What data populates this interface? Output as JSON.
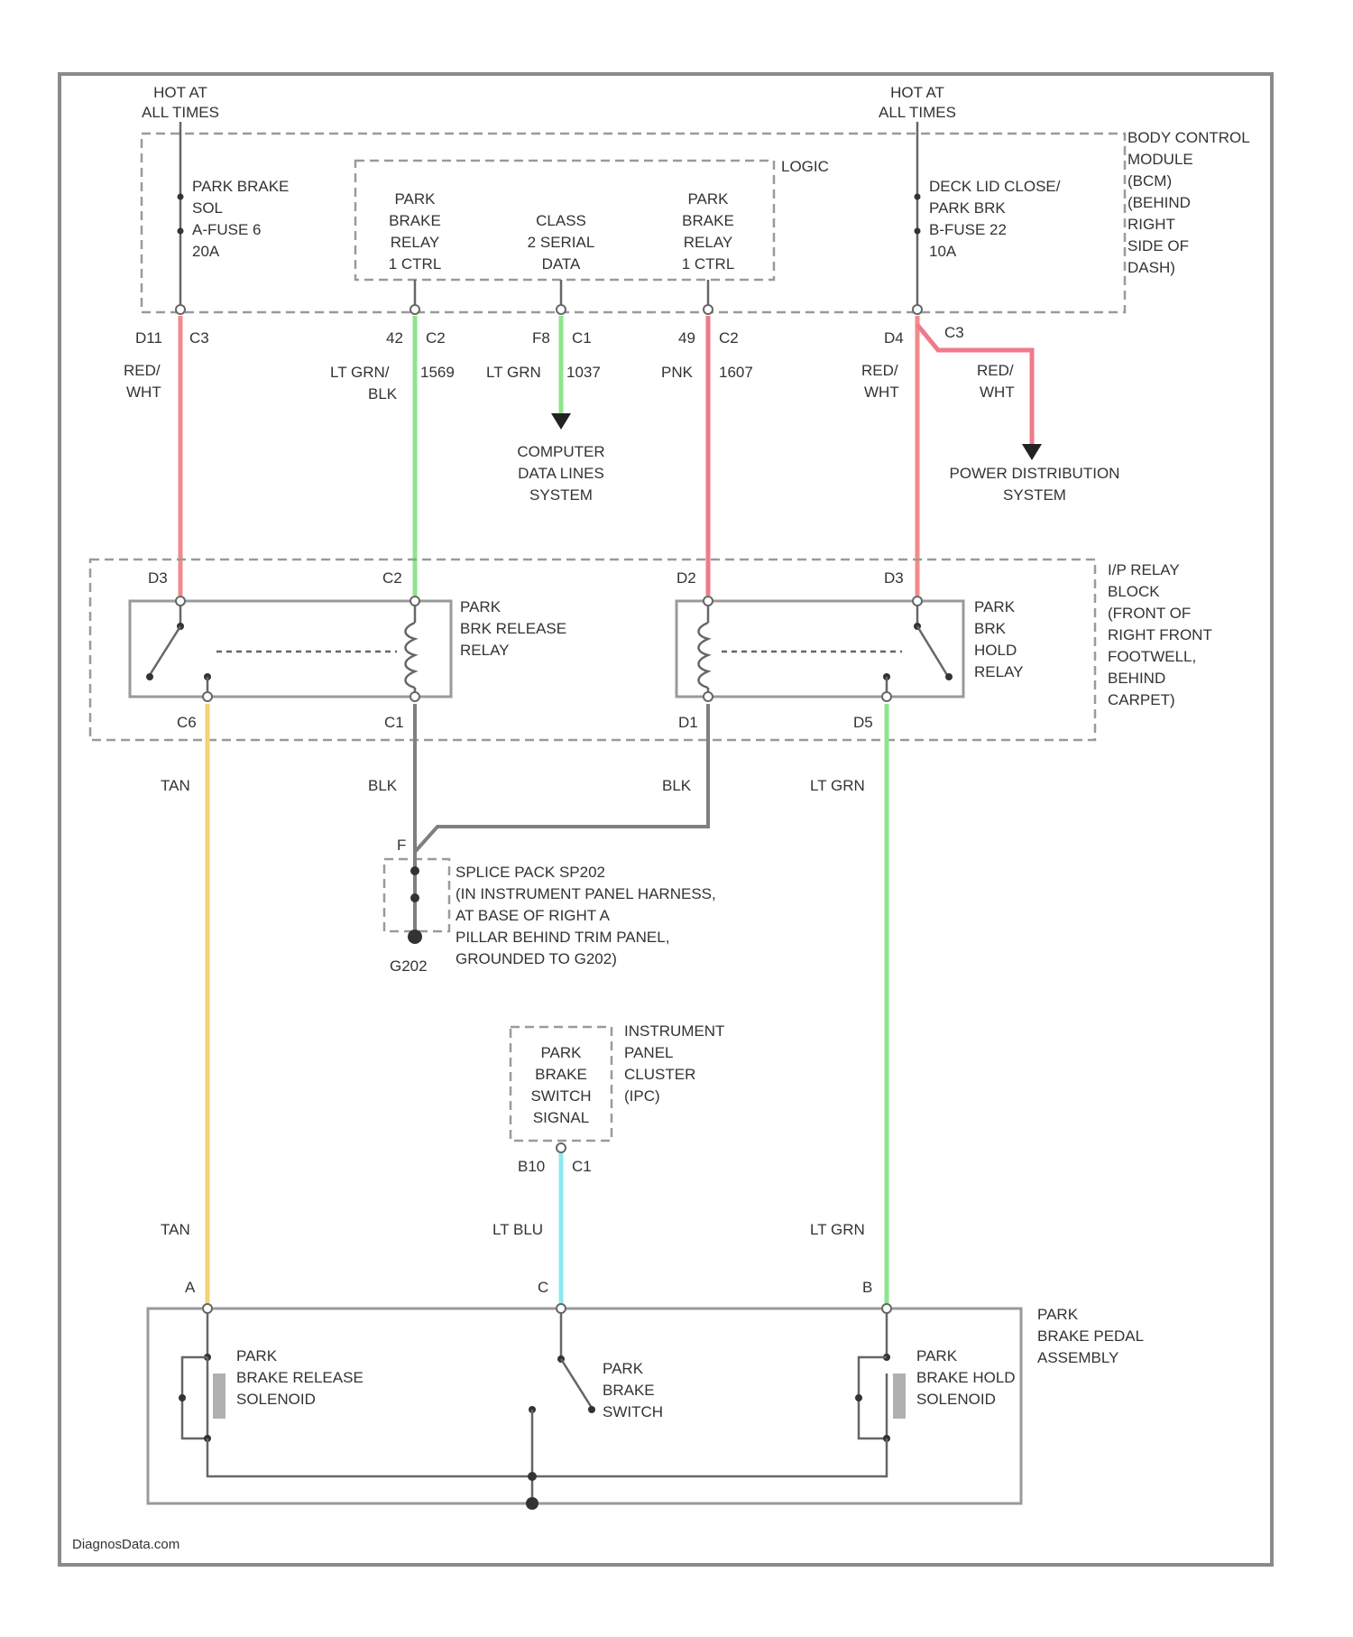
{
  "colors": {
    "red": "#f28a8a",
    "green": "#8ee58e",
    "pink": "#f07a8a",
    "tan": "#f2d27a",
    "blue": "#8ee8f0",
    "black": "#7f7f7f"
  },
  "labels": {
    "hot1": [
      "HOT AT",
      "ALL TIMES"
    ],
    "hot2": [
      "HOT AT",
      "ALL TIMES"
    ],
    "bcm": [
      "BODY CONTROL",
      "MODULE",
      "(BCM)",
      "(BEHIND",
      "RIGHT",
      "SIDE OF",
      "DASH)"
    ],
    "logic": "LOGIC",
    "fuse1": [
      "PARK BRAKE",
      "SOL",
      "A-FUSE 6",
      "20A"
    ],
    "fuse2": [
      "DECK LID CLOSE/",
      "PARK BRK",
      "B-FUSE 22",
      "10A"
    ],
    "pbr1": [
      "PARK",
      "BRAKE",
      "RELAY",
      "1 CTRL"
    ],
    "class2": [
      "CLASS",
      "2 SERIAL",
      "DATA"
    ],
    "pbr2": [
      "PARK",
      "BRAKE",
      "RELAY",
      "1 CTRL"
    ],
    "pin1": [
      "D11",
      "C3"
    ],
    "pin2": [
      "42",
      "C2"
    ],
    "pin3": [
      "F8",
      "C1"
    ],
    "pin4": [
      "49",
      "C2"
    ],
    "pin5": [
      "D4",
      "C3"
    ],
    "w1": [
      "RED/",
      "WHT"
    ],
    "w2": [
      "LT GRN/",
      "BLK",
      "1569"
    ],
    "w3": [
      "LT GRN",
      "1037"
    ],
    "w4": [
      "PNK",
      "1607"
    ],
    "w5": [
      "RED/",
      "WHT"
    ],
    "w6": [
      "RED/",
      "WHT"
    ],
    "computer": [
      "COMPUTER",
      "DATA LINES",
      "SYSTEM"
    ],
    "power": [
      "POWER DISTRIBUTION",
      "SYSTEM"
    ],
    "ipblock": [
      "I/P RELAY",
      "BLOCK",
      "(FRONT OF",
      "RIGHT FRONT",
      "FOOTWELL,",
      "BEHIND",
      "CARPET)"
    ],
    "c_d3": "D3",
    "c_c2": "C2",
    "c_d2": "D2",
    "c_d3b": "D3",
    "c_c6": "C6",
    "c_c1": "C1",
    "c_d1": "D1",
    "c_d5": "D5",
    "relay1": [
      "PARK",
      "BRK RELEASE",
      "RELAY"
    ],
    "relay2": [
      "PARK",
      "BRK",
      "HOLD",
      "RELAY"
    ],
    "w_tan": "TAN",
    "w_blk1": "BLK",
    "w_blk2": "BLK",
    "w_ltgrn": "LT GRN",
    "splice_f": "F",
    "splice": [
      "SPLICE PACK SP202",
      "(IN INSTRUMENT PANEL HARNESS,",
      "AT BASE OF RIGHT A",
      "PILLAR BEHIND TRIM PANEL,",
      "GROUNDED TO G202)"
    ],
    "g202": "G202",
    "pbsignal": [
      "PARK",
      "BRAKE",
      "SWITCH",
      "SIGNAL"
    ],
    "ipc": [
      "INSTRUMENT",
      "PANEL",
      "CLUSTER",
      "(IPC)"
    ],
    "pin_ipc": [
      "B10",
      "C1"
    ],
    "w_tan2": "TAN",
    "w_ltblu": "LT BLU",
    "w_ltgrn2": "LT GRN",
    "pa": "A",
    "pc": "C",
    "pb": "B",
    "assembly": [
      "PARK",
      "BRAKE PEDAL",
      "ASSEMBLY"
    ],
    "sol1": [
      "PARK",
      "BRAKE RELEASE",
      "SOLENOID"
    ],
    "sw": [
      "PARK",
      "BRAKE",
      "SWITCH"
    ],
    "sol2": [
      "PARK",
      "BRAKE HOLD",
      "SOLENOID"
    ],
    "footer": "DiagnosData.com"
  }
}
